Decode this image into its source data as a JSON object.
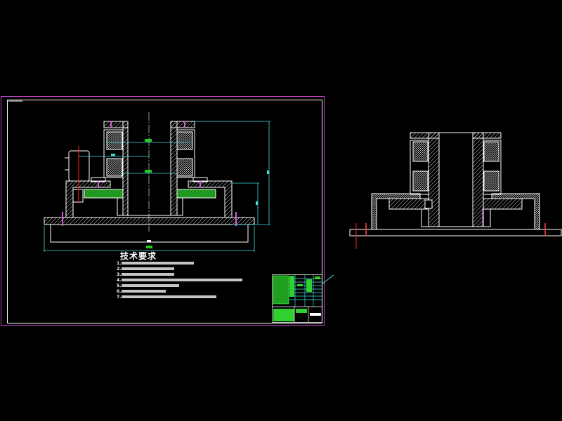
{
  "drawing": {
    "colors": {
      "background": "#000000",
      "outline": "#ffffff",
      "border": "#c040c0",
      "dimension": "#40e0e0",
      "hatch_fill": "#20c020",
      "centerline": "#ff2020"
    },
    "technical_requirements": {
      "title": "技术要求",
      "items": [
        "1.",
        "2.",
        "3.",
        "4.",
        "5.",
        "6.",
        "7."
      ]
    }
  }
}
